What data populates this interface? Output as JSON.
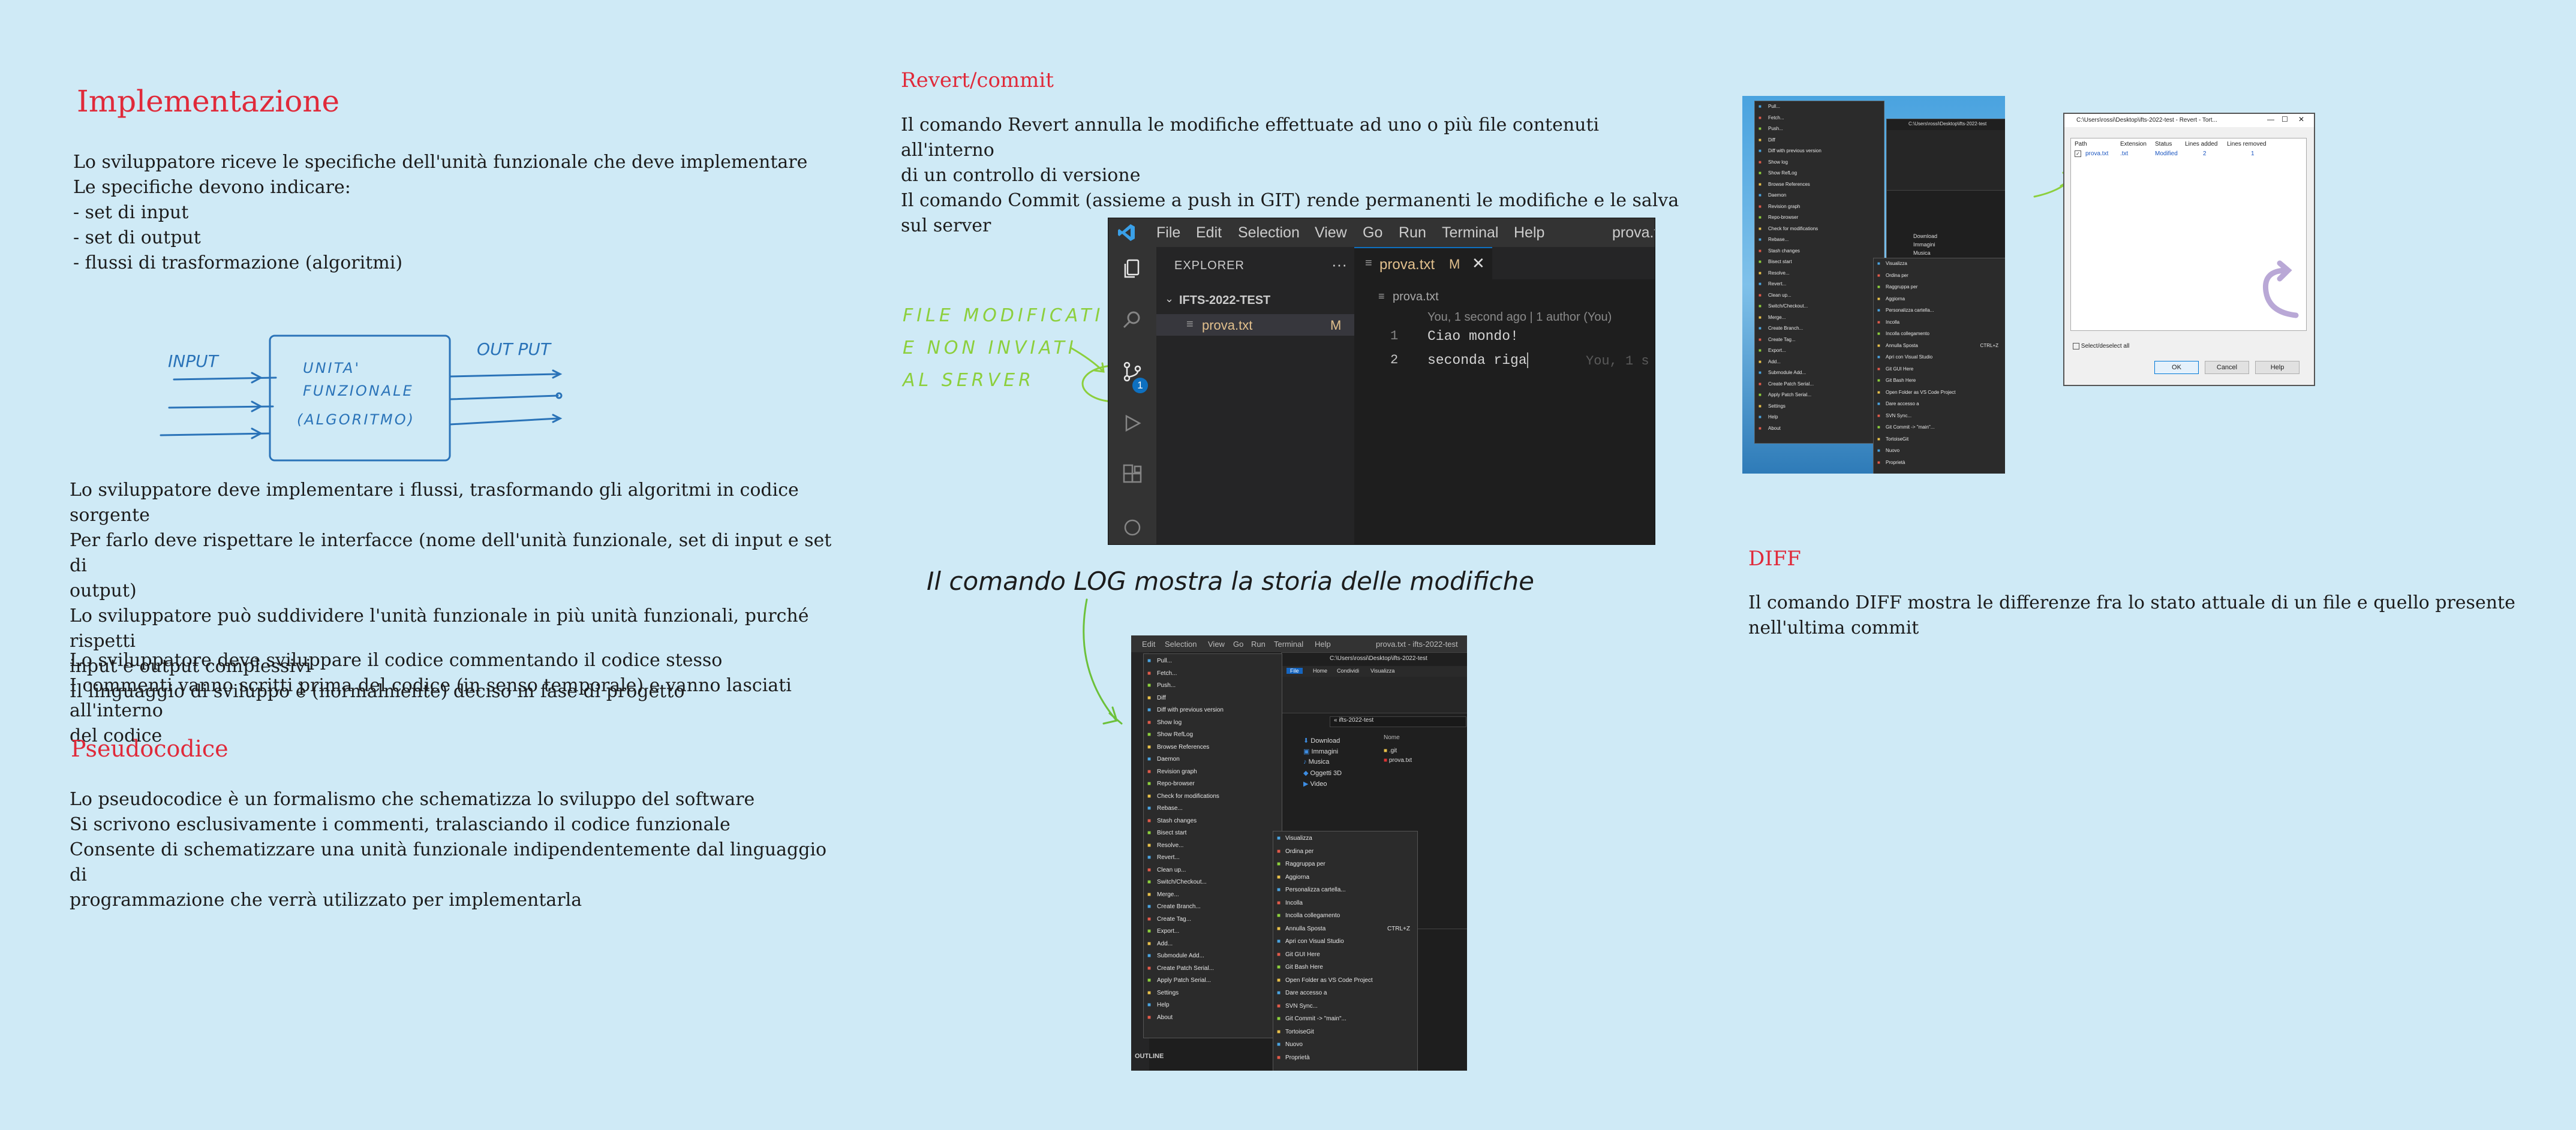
{
  "left": {
    "title": "Implementazione",
    "intro": "Lo sviluppatore riceve le specifiche dell'unità funzionale che deve implementare\nLe specifiche devono indicare:\n- set di input\n- set di output\n- flussi di trasformazione (algoritmi)",
    "diagram": {
      "input_label": "INPUT",
      "output_label": "OUT PUT",
      "box_line1": "UNITA'",
      "box_line2": "FUNZIONALE",
      "box_line3": "(ALGORITMO)"
    },
    "para2": "Lo sviluppatore deve implementare i flussi, trasformando gli algoritmi in codice sorgente\nPer farlo deve rispettare le interfacce (nome dell'unità funzionale, set di input e set di\noutput)\nLo sviluppatore può suddividere l'unità funzionale in più unità funzionali, purché rispetti\ninput e output complessivi\nIl linguaggio di sviluppo è (normalmente) deciso in fase di progetto",
    "para3": "Lo sviluppatore deve sviluppare il codice commentando il codice stesso\nI commenti vanno scritti prima del codice (in senso temporale) e vanno lasciati all'interno\ndel codice",
    "pseudo_title": "Pseudocodice",
    "pseudo_text": "Lo pseudocodice è un formalismo che schematizza lo sviluppo del software\nSi scrivono esclusivamente i commenti, tralasciando il codice funzionale\nConsente di schematizzare una unità funzionale indipendentemente dal linguaggio di\nprogrammazione che verrà utilizzato per implementarla"
  },
  "middle": {
    "title": "Revert/commit",
    "text": "Il comando Revert annulla le modifiche effettuate ad uno o più file contenuti all'interno\ndi un controllo di versione\nIl comando Commit (assieme a push in GIT) rende permanenti le modifiche e le salva\nsul server",
    "annotation": "FILE MODIFICATI\nE NON INVIATI\nAL SERVER",
    "log_text": "Il comando LOG mostra la storia delle modifiche"
  },
  "vscode": {
    "menu": [
      "File",
      "Edit",
      "Selection",
      "View",
      "Go",
      "Run",
      "Terminal",
      "Help"
    ],
    "window_title": "prova.t",
    "explorer_label": "EXPLORER",
    "explorer_dots": "···",
    "folder_name": "IFTS-2022-TEST",
    "file_name": "prova.txt",
    "file_status": "M",
    "tab_label": "prova.txt",
    "tab_status": "M",
    "breadcrumb": "prova.txt",
    "blame": "You, 1 second ago | 1 author (You)",
    "lines": [
      {
        "num": "1",
        "text": "Ciao mondo!"
      },
      {
        "num": "2",
        "text": "seconda riga"
      }
    ],
    "inline_blame": "You, 1 s",
    "scm_badge": "1"
  },
  "right": {
    "diff_title": "DIFF",
    "diff_text": "Il comando DIFF mostra le differenze fra lo stato attuale di un file e quello presente\nnell'ultima commit",
    "diff_window_title": "C:\\Users\\rossi\\Desktop\\ifts-2022-test - Revert - Tort...",
    "diff_columns": [
      "Path",
      "Extension",
      "Status",
      "Lines added",
      "Lines removed"
    ],
    "diff_row": [
      "prova.txt",
      ".txt",
      "Modified",
      "2",
      "1"
    ],
    "select_all": "Select/deselect all",
    "buttons": [
      "OK",
      "Cancel",
      "Help"
    ]
  },
  "tortoise_menu": [
    "Pull...",
    "Fetch...",
    "Push...",
    "Diff",
    "Diff with previous version",
    "Show log",
    "Show RefLog",
    "Browse References",
    "Daemon",
    "Revision graph",
    "Repo-browser",
    "Check for modifications",
    "Rebase...",
    "Stash changes",
    "Bisect start",
    "Resolve...",
    "Revert...",
    "Clean up...",
    "Switch/Checkout...",
    "Merge...",
    "Create Branch...",
    "Create Tag...",
    "Export...",
    "Add...",
    "Submodule Add...",
    "Create Patch Serial...",
    "Apply Patch Serial...",
    "Settings",
    "Help",
    "About"
  ],
  "explorer_menu": [
    "Visualizza",
    "Ordina per",
    "Raggruppa per",
    "Aggiorna",
    "Personalizza cartella...",
    "Incolla",
    "Incolla collegamento",
    "Annulla Sposta",
    "Apri con Visual Studio",
    "Git GUI Here",
    "Git Bash Here",
    "Open Folder as VS Code Project",
    "Dare accesso a",
    "SVN Sync...",
    "Git Commit -> \"main\"...",
    "TortoiseGit",
    "Nuovo",
    "Proprietà"
  ],
  "explorer_shortcut": "CTRL+Z",
  "explorer_nav": [
    "Download",
    "Immagini",
    "Musica",
    "Oggetti 3D",
    "Video"
  ],
  "explorer_path": "C:\\Users\\rossi\\Desktop\\ifts-2022-test",
  "explorer_tabs": [
    "File",
    "Home",
    "Condividi",
    "Visualizza"
  ],
  "explorer_crumb": "« ifts-2022-test",
  "explorer_files_header": "Nome",
  "explorer_files": [
    ".git",
    "prova.txt"
  ],
  "vs_menu_small": [
    "Edit",
    "Selection",
    "View",
    "Go",
    "Run",
    "Terminal",
    "Help"
  ],
  "vs_small_title": "prova.txt - ifts-2022-test",
  "vs_outline": "OUTLINE"
}
